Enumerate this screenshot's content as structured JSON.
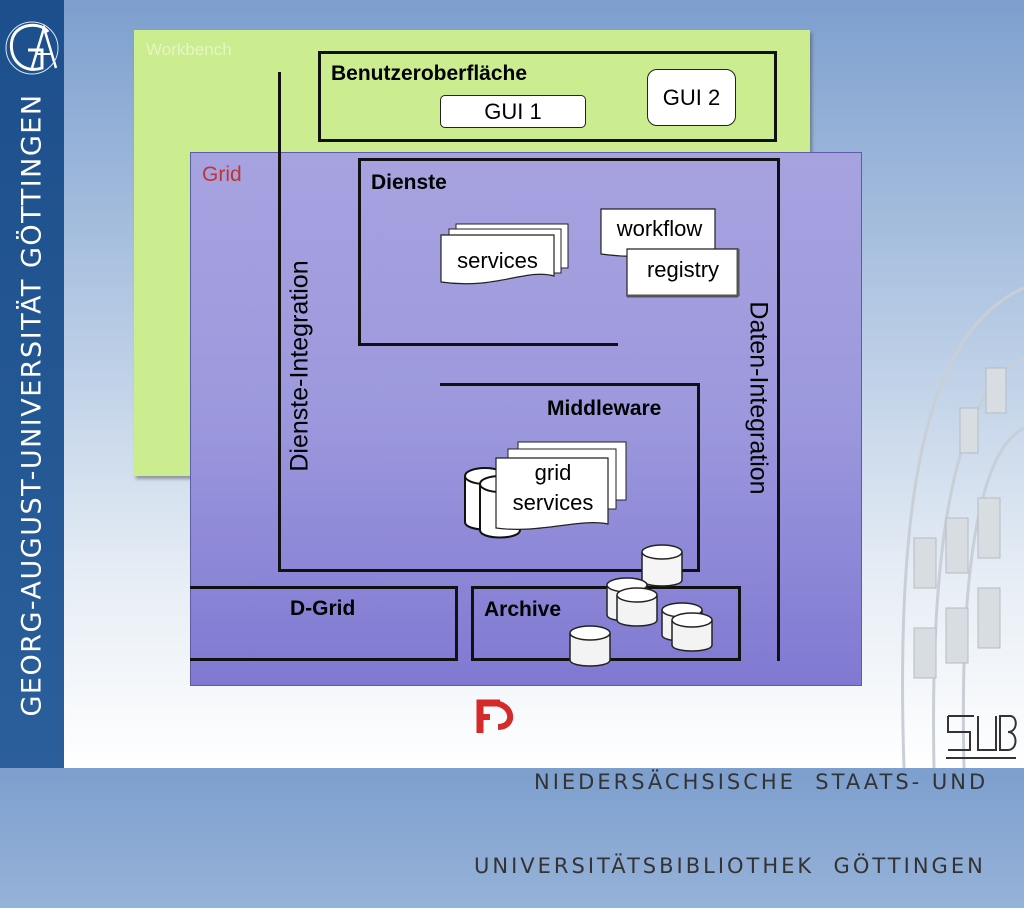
{
  "branding": {
    "university": "GEORG-AUGUST-UNIVERSITÄT GÖTTINGEN",
    "library_line1": "NIEDERSÄCHSISCHE  STAATS- UND",
    "library_line2": "UNIVERSITÄTSBIBLIOTHEK  GÖTTINGEN"
  },
  "diagram": {
    "workbench": "Workbench",
    "benutzeroberflaeche": "Benutzeroberfläche",
    "gui1": "GUI 1",
    "gui2": "GUI 2",
    "grid": "Grid",
    "dienste": "Dienste",
    "services": "services",
    "workflow": "workflow",
    "registry": "registry",
    "dienste_integration": "Dienste-Integration",
    "daten_integration": "Daten-Integration",
    "middleware": "Middleware",
    "grid_services": [
      "grid",
      "services"
    ],
    "d_grid": "D-Grid",
    "archive": "Archive"
  },
  "colors": {
    "sidebar": "#1c4f8c",
    "workbench": "#cbec8f",
    "grid": "#9c98dd",
    "grid_label": "#c03434"
  }
}
